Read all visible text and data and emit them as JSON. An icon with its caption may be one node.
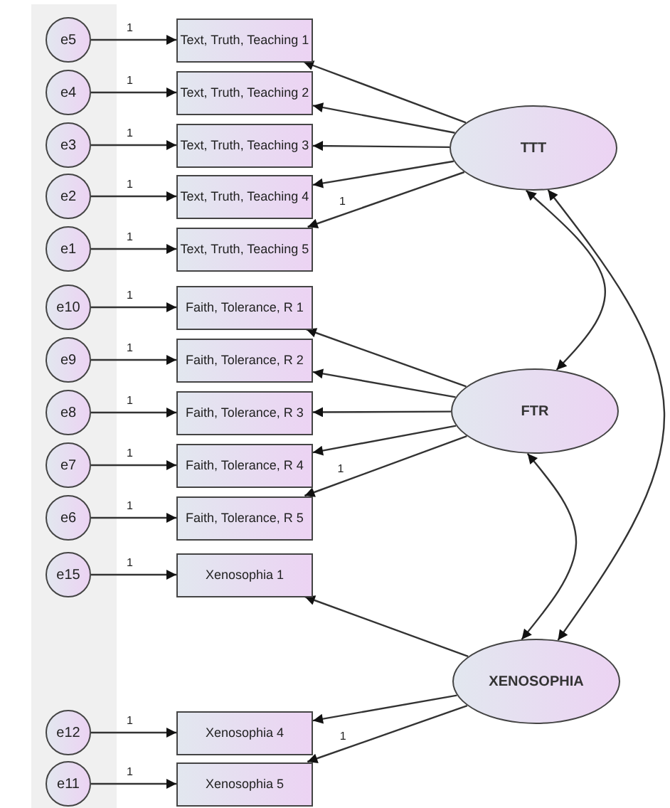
{
  "diagram": {
    "nodes": [
      {
        "text": [
          "e5"
        ]
      },
      {
        "text": [
          "Text, Truth, Teaching 1"
        ]
      },
      {
        "text": [
          "e4"
        ]
      },
      {
        "text": [
          "Text, Truth, Teaching 2"
        ]
      },
      {
        "text": [
          "e3"
        ]
      },
      {
        "text": [
          "Text, Truth, Teaching 3"
        ]
      },
      {
        "text": [
          "e2"
        ]
      },
      {
        "text": [
          "Text, Truth, Teaching 4"
        ]
      },
      {
        "text": [
          "e1"
        ]
      },
      {
        "text": [
          "Text, Truth, Teaching 5"
        ]
      },
      {
        "text": [
          "TTT"
        ]
      },
      {
        "text": [
          "e10"
        ]
      },
      {
        "text": [
          "Faith, Tolerance, R 1"
        ]
      },
      {
        "text": [
          "e9"
        ]
      },
      {
        "text": [
          "Faith, Tolerance, R 2"
        ]
      },
      {
        "text": [
          "e8"
        ]
      },
      {
        "text": [
          "Faith, Tolerance, R 3"
        ]
      },
      {
        "text": [
          "e7"
        ]
      },
      {
        "text": [
          "Faith, Tolerance, R 4"
        ]
      },
      {
        "text": [
          "e6"
        ]
      },
      {
        "text": [
          "Faith, Tolerance, R 5"
        ]
      },
      {
        "text": [
          "FTR"
        ]
      },
      {
        "text": [
          "e15"
        ]
      },
      {
        "text": [
          "Xenosophia 1"
        ]
      },
      {
        "text": [
          "XENOSOPHIA"
        ]
      },
      {
        "text": [
          "e12"
        ]
      },
      {
        "text": [
          "Xenosophia 4"
        ]
      },
      {
        "text": [
          "e11"
        ]
      },
      {
        "text": [
          "Xenosophia 5"
        ]
      }
    ],
    "edges": [
      {
        "from": 0,
        "to": 1,
        "arrow": "to",
        "label": "1"
      },
      {
        "from": 2,
        "to": 3,
        "arrow": "to",
        "label": "1"
      },
      {
        "from": 4,
        "to": 5,
        "arrow": "to",
        "label": "1"
      },
      {
        "from": 6,
        "to": 7,
        "arrow": "to",
        "label": "1"
      },
      {
        "from": 8,
        "to": 9,
        "arrow": "to",
        "label": "1"
      },
      {
        "from": 10,
        "to": 1,
        "arrow": "to"
      },
      {
        "from": 10,
        "to": 3,
        "arrow": "to"
      },
      {
        "from": 10,
        "to": 5,
        "arrow": "to"
      },
      {
        "from": 10,
        "to": 7,
        "arrow": "to"
      },
      {
        "from": 10,
        "to": 9,
        "arrow": "to",
        "label": "1"
      },
      {
        "from": 11,
        "to": 12,
        "arrow": "to",
        "label": "1"
      },
      {
        "from": 13,
        "to": 14,
        "arrow": "to",
        "label": "1"
      },
      {
        "from": 15,
        "to": 16,
        "arrow": "to",
        "label": "1"
      },
      {
        "from": 17,
        "to": 18,
        "arrow": "to",
        "label": "1"
      },
      {
        "from": 19,
        "to": 20,
        "arrow": "to",
        "label": "1"
      },
      {
        "from": 21,
        "to": 12,
        "arrow": "to"
      },
      {
        "from": 21,
        "to": 14,
        "arrow": "to"
      },
      {
        "from": 21,
        "to": 16,
        "arrow": "to"
      },
      {
        "from": 21,
        "to": 18,
        "arrow": "to"
      },
      {
        "from": 21,
        "to": 20,
        "arrow": "to",
        "label": "1"
      },
      {
        "from": 22,
        "to": 23,
        "arrow": "to",
        "label": "1"
      },
      {
        "from": 24,
        "to": 23,
        "arrow": "to"
      },
      {
        "from": 25,
        "to": 26,
        "arrow": "to",
        "label": "1"
      },
      {
        "from": 27,
        "to": 28,
        "arrow": "to",
        "label": "1"
      },
      {
        "from": 24,
        "to": 26,
        "arrow": "to"
      },
      {
        "from": 24,
        "to": 28,
        "arrow": "to",
        "label": "1"
      },
      {
        "from": 10,
        "to": 21,
        "arrow": "both"
      },
      {
        "from": 21,
        "to": 24,
        "arrow": "both"
      },
      {
        "from": 10,
        "to": 24,
        "arrow": "both"
      }
    ]
  }
}
